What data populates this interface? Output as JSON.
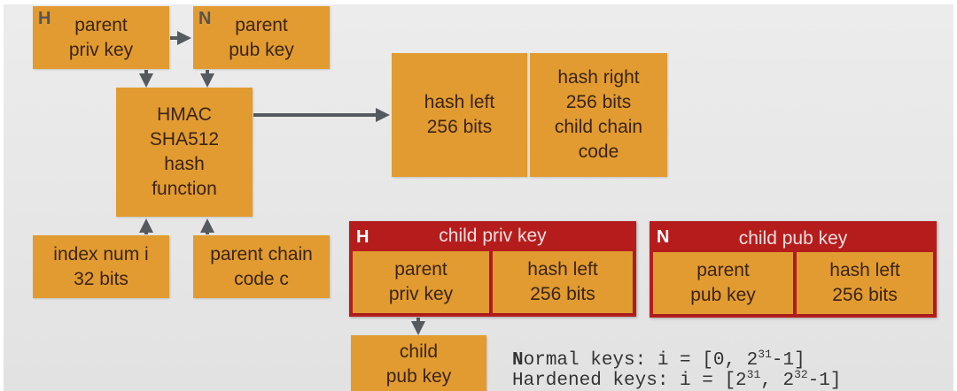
{
  "parent_priv": {
    "badge": "H",
    "line1": "parent",
    "line2": "priv key"
  },
  "parent_pub": {
    "badge": "N",
    "line1": "parent",
    "line2": "pub key"
  },
  "hmac": {
    "lines": [
      "HMAC",
      "SHA512",
      "hash",
      "function"
    ]
  },
  "hash_left": {
    "lines": [
      "hash left",
      "256 bits"
    ]
  },
  "hash_right": {
    "lines": [
      "hash right",
      "256 bits",
      "child chain",
      "code"
    ]
  },
  "index": {
    "lines": [
      "index num i",
      "32 bits"
    ]
  },
  "chain_code": {
    "lines": [
      "parent chain",
      "code c"
    ]
  },
  "child_priv": {
    "badge": "H",
    "title": "child priv key",
    "left": [
      "parent",
      "priv key"
    ],
    "right": [
      "hash left",
      "256 bits"
    ]
  },
  "child_pub": {
    "badge": "N",
    "title": "child pub key",
    "left": [
      "parent",
      "pub key"
    ],
    "right": [
      "hash left",
      "256 bits"
    ]
  },
  "child_pub_box": {
    "lines": [
      "child",
      "pub key"
    ]
  },
  "normal": {
    "label_first": "N",
    "label_rest": "ormal keys: i = [0, 2",
    "exp": "31",
    "tail": "-1]"
  },
  "hardened": {
    "text": "Hardened keys: i = [2",
    "exp1": "31",
    "mid": ", 2",
    "exp2": "32",
    "tail": "-1]"
  },
  "colors": {
    "box": "#e19b30",
    "red": "#b51d1d",
    "arrow": "#555a5e"
  }
}
